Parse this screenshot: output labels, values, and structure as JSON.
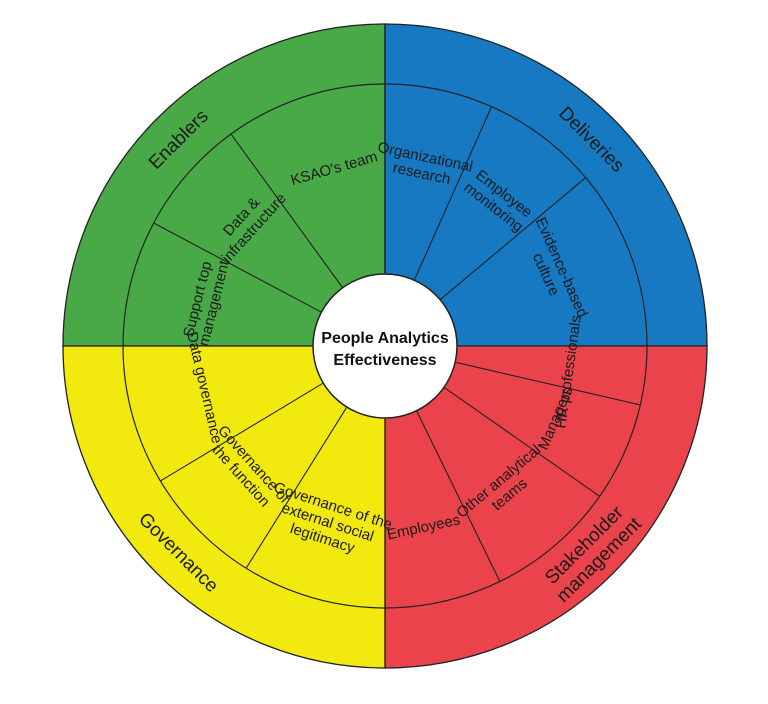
{
  "center": {
    "line1": "People Analytics",
    "line2": "Effectiveness"
  },
  "quadrants": [
    {
      "label": [
        "Enablers"
      ],
      "color": "#4aa947",
      "items": [
        [
          "KSAO's team"
        ],
        [
          "Data &",
          "infrastructure"
        ],
        [
          "Support top",
          "management"
        ]
      ]
    },
    {
      "label": [
        "Deliveries"
      ],
      "color": "#1679c2",
      "items": [
        [
          "Organizational",
          "research"
        ],
        [
          "Employee",
          "monitoring"
        ],
        [
          "Evidence-based",
          "culture"
        ]
      ]
    },
    {
      "label": [
        "Stakeholder",
        "management"
      ],
      "color": "#ea434c",
      "items": [
        [
          "HR professionals"
        ],
        [
          "Managers"
        ],
        [
          "Other analytical",
          "teams"
        ],
        [
          "Employees"
        ]
      ]
    },
    {
      "label": [
        "Governance"
      ],
      "color": "#f2ea0f",
      "items": [
        [
          "Data governance"
        ],
        [
          "Governance of",
          "the function"
        ],
        [
          "Governance of the",
          "external social",
          "legitimacy"
        ]
      ]
    }
  ]
}
